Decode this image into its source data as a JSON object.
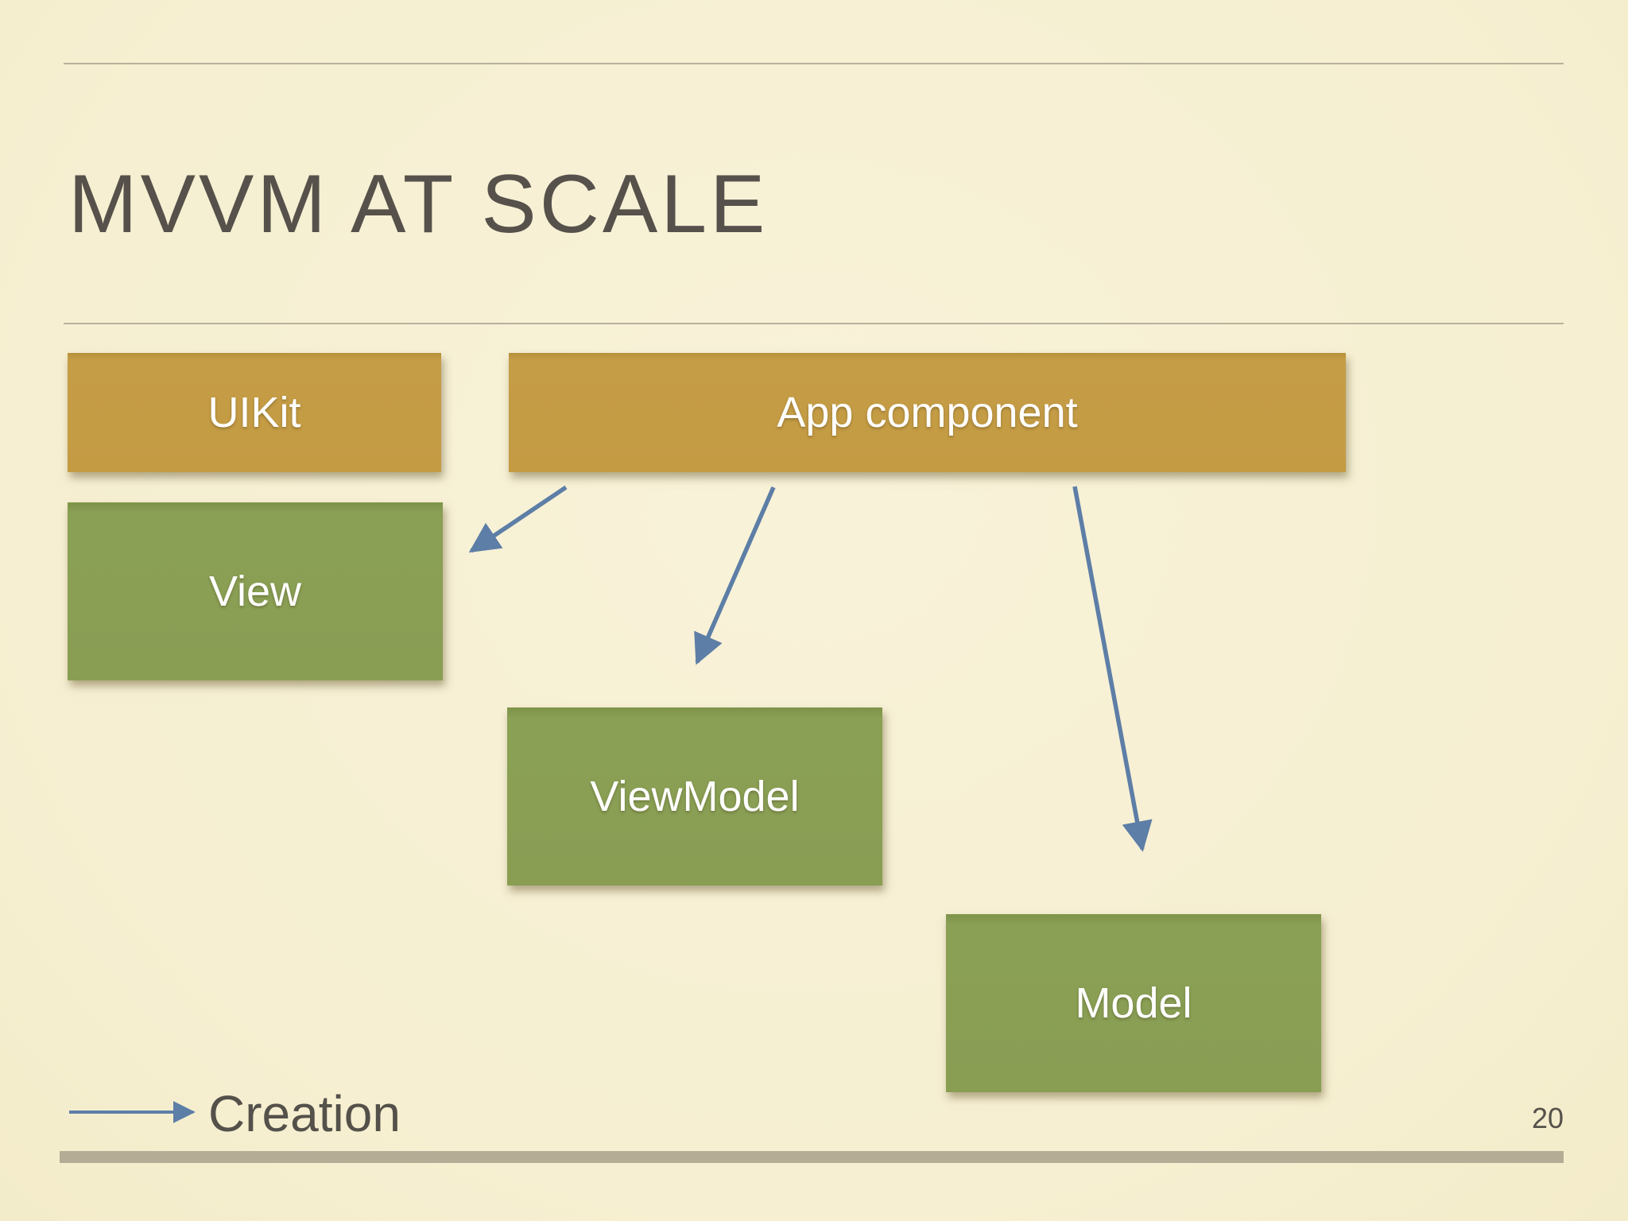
{
  "slide": {
    "title": "MVVM AT SCALE",
    "page_number": "20"
  },
  "diagram": {
    "nodes": [
      {
        "id": "uikit",
        "label": "UIKit",
        "color_role": "gold"
      },
      {
        "id": "app-component",
        "label": "App component",
        "color_role": "gold"
      },
      {
        "id": "view",
        "label": "View",
        "color_role": "green"
      },
      {
        "id": "viewmodel",
        "label": "ViewModel",
        "color_role": "green"
      },
      {
        "id": "model",
        "label": "Model",
        "color_role": "green"
      }
    ],
    "edges": [
      {
        "from": "app-component",
        "to": "view",
        "relation": "creation"
      },
      {
        "from": "app-component",
        "to": "viewmodel",
        "relation": "creation"
      },
      {
        "from": "app-component",
        "to": "model",
        "relation": "creation"
      }
    ],
    "legend": {
      "arrow_label": "Creation"
    }
  },
  "colors": {
    "background": "#f7f0d3",
    "gold_box": "#c49b43",
    "green_box": "#8aa055",
    "arrow": "#5d7ea6",
    "title_text": "#56514b",
    "box_text": "#ffffff",
    "thin_rule": "#b9b19c",
    "bottom_bar": "#b4ac95"
  }
}
